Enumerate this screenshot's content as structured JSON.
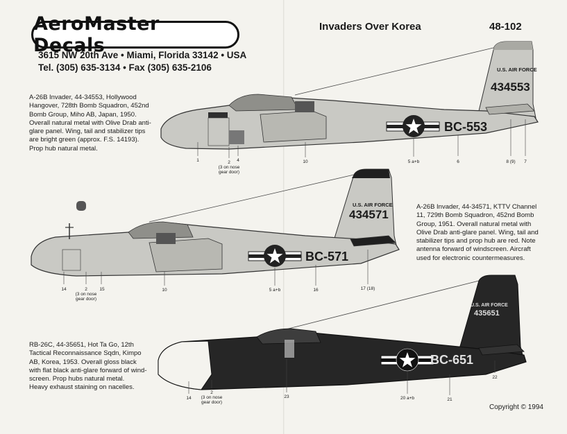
{
  "header": {
    "brand": "AeroMaster Decals",
    "address_line1": "3615 NW 20th Ave • Miami, Florida 33142 • USA",
    "address_line2": "Tel. (305) 635-3134 • Fax (305) 635-2106",
    "sheet_title": "Invaders Over Korea",
    "sheet_number": "48-102"
  },
  "aircraft": [
    {
      "description": [
        "A-26B Invader, 44-34553, Hollywood",
        "Hangover, 728th Bomb Squadron, 452nd",
        "Bomb Group, Miho AB, Japan, 1950.",
        "Overall natural metal with Olive Drab anti-",
        "glare panel.  Wing, tail and stabilizer tips",
        "are bright green (approx. F.S. 14193).",
        "Prop hub natural metal."
      ],
      "tail_text": "U.S. AIR FORCE",
      "tail_serial": "434553",
      "fuselage_code": "BC-553",
      "callouts": [
        "1",
        "2",
        "(3 on nose",
        "gear door)",
        "4",
        "10",
        "5 a+b",
        "6",
        "8 (9)",
        "7"
      ]
    },
    {
      "description": [
        "A-26B Invader, 44-34571, KTTV Channel",
        "11, 729th Bomb Squadron, 452nd Bomb",
        "Group, 1951.  Overall natural metal with",
        "Olive Drab anti-glare panel.  Wing, tail and",
        "stabilizer tips and prop hub are red.  Note",
        "antenna forward of windscreen.  Aircraft",
        "used for electronic countermeasures."
      ],
      "tail_text": "U.S. AIR FORCE",
      "tail_serial": "434571",
      "fuselage_code": "BC-571",
      "callouts": [
        "14",
        "2",
        "(3 on nose",
        "gear door)",
        "15",
        "10",
        "5 a+b",
        "16",
        "17 (18)"
      ]
    },
    {
      "description": [
        "RB-26C, 44-35651, Hot Ta Go, 12th",
        "Tactical Reconnaissance Sqdn, Kimpo",
        "AB, Korea, 1953.  Overall gloss black",
        "with flat black anti-glare forward of wind-",
        "screen.  Prop hubs natural metal.",
        "Heavy exhaust staining on nacelles."
      ],
      "tail_text": "U.S. AIR FORCE",
      "tail_serial": "435651",
      "fuselage_code": "BC-651",
      "callouts": [
        "14",
        "2",
        "(3 on nose",
        "gear door)",
        "23",
        "20 a+b",
        "21",
        "22"
      ]
    }
  ],
  "copyright": "Copyright © 1994",
  "colors": {
    "metal": "#c9c9c4",
    "metal_dark": "#a9a9a3",
    "black_aircraft": "#262626",
    "paper": "#f4f3ee"
  }
}
